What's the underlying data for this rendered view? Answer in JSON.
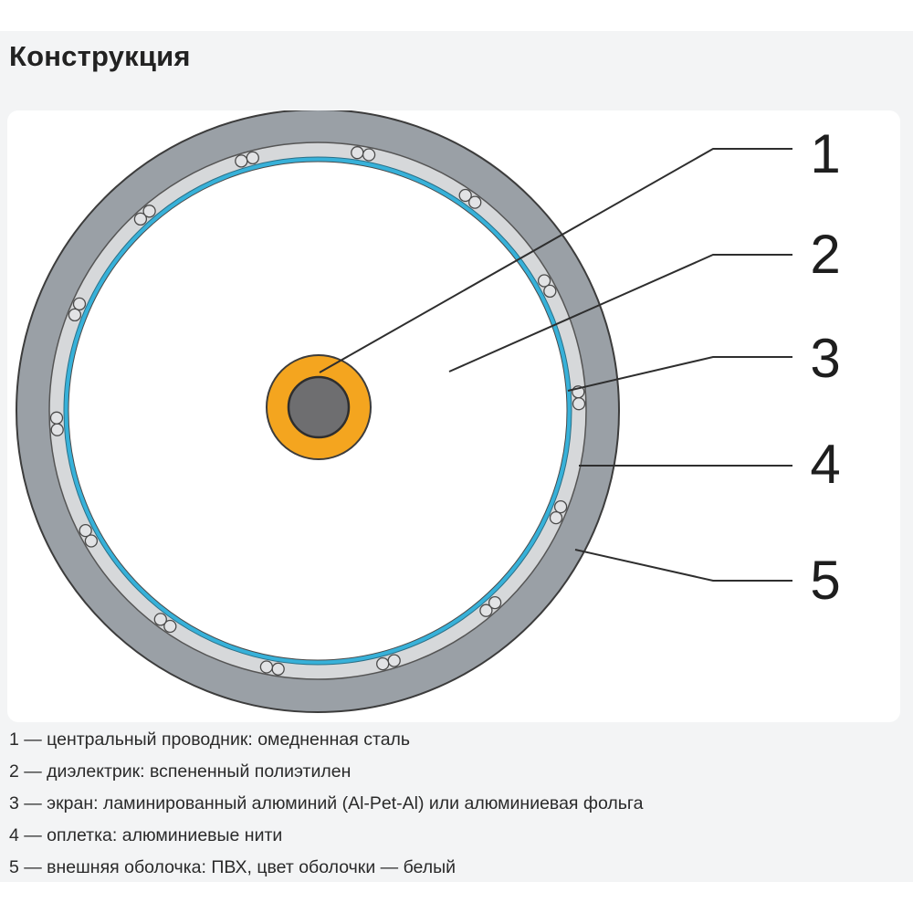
{
  "page": {
    "heading": "Конструкция"
  },
  "diagram": {
    "callouts": [
      "1",
      "2",
      "3",
      "4",
      "5"
    ],
    "colors": {
      "sheath": "#9aa0a6",
      "sheath_outline": "#3c3c3c",
      "braid_layer": "#d6d8da",
      "screen": "#37b1d9",
      "conductor_coating": "#f4a51f",
      "conductor_core": "#6e6e70",
      "dielectric": "#ffffff"
    }
  },
  "legend": [
    "1 — центральный проводник: омедненная сталь",
    "2 — диэлектрик: вспененный полиэтилен",
    "3 — экран: ламинированный алюминий (Al-Pet-Al) или алюминиевая фольга",
    "4 — оплетка: алюминиевые нити",
    "5 — внешняя оболочка: ПВХ, цвет оболочки — белый"
  ]
}
